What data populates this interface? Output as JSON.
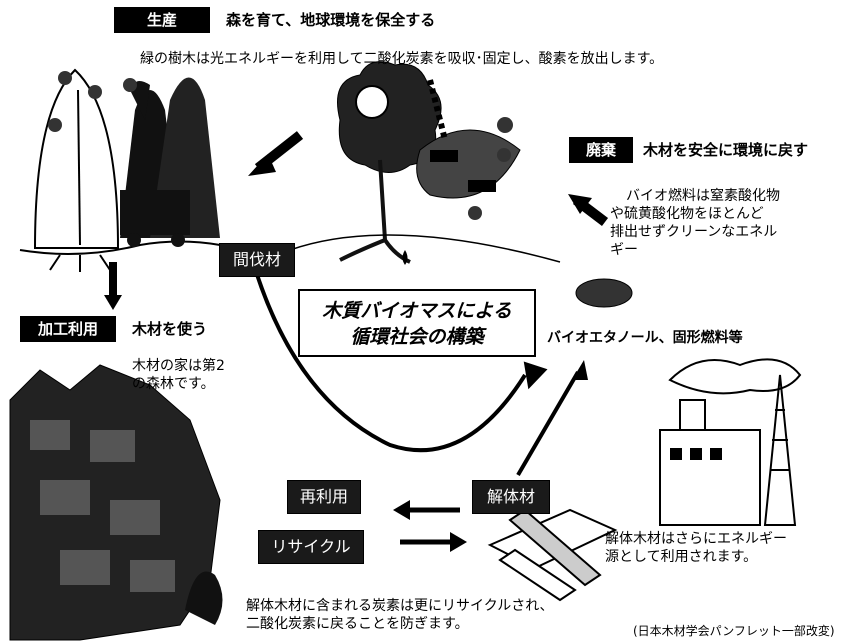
{
  "production": {
    "tag": "生産",
    "title": "森を育て、地球環境を保全する",
    "description": "緑の樹木は光エネルギーを利用して二酸化炭素を吸収･固定し、酸素を放出します。"
  },
  "disposal": {
    "tag": "廃棄",
    "title": "木材を安全に環境に戻す",
    "description_lines": [
      "バイオ燃料は窒素酸化物",
      "や硫黄酸化物をほとんど",
      "排出せずクリーンなエネル",
      "ギー"
    ],
    "products": "バイオエタノール、固形燃料等"
  },
  "processing": {
    "tag": "加工利用",
    "title": "木材を使う",
    "description_lines": [
      "木材の家は第2",
      "の森林です。"
    ]
  },
  "center_lines": [
    "木質バイオマスによる",
    "循環社会の構築"
  ],
  "thinning_label": "間伐材",
  "demolition_label": "解体材",
  "reuse_label": "再利用",
  "recycle_label": "リサイクル",
  "demolition_wood_lines": [
    "解体木材はさらにエネルギー",
    "源として利用されます。"
  ],
  "carbon_lines": [
    "解体木材に含まれる炭素は更にリサイクルされ、",
    "二酸化炭素に戻ることを防ぎます。"
  ],
  "source_note": "(日本木材学会パンフレット一部改変)"
}
